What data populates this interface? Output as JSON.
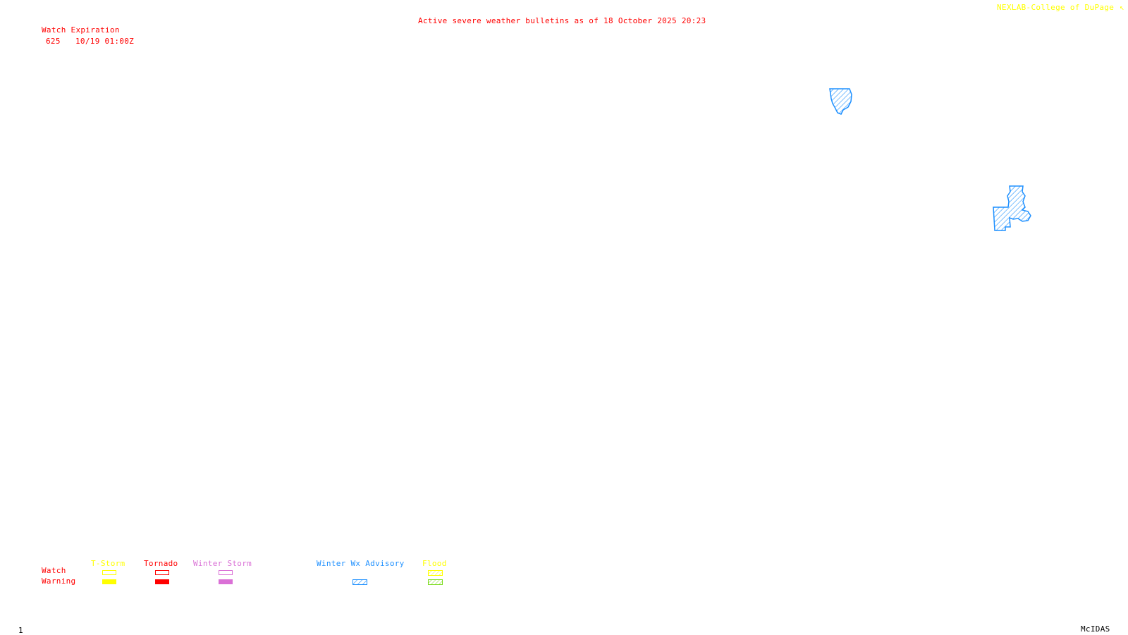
{
  "header": {
    "title": "Active severe weather bulletins as of 18 October 2025 20:23",
    "credit": "NEXLAB-College of DuPage",
    "credit_icon": "cursor-icon"
  },
  "watch_expiration": {
    "heading": "Watch Expiration",
    "rows": [
      {
        "watch": "625",
        "expires": "10/19 01:00Z"
      }
    ]
  },
  "map": {
    "advisory_regions": [
      {
        "name": "winter-wx-advisory-region-1",
        "type": "Winter Wx Advisory"
      },
      {
        "name": "winter-wx-advisory-region-2",
        "type": "Winter Wx Advisory"
      }
    ]
  },
  "legend": {
    "row_labels": {
      "watch": "Watch",
      "warning": "Warning"
    },
    "columns": [
      {
        "label": "T-Storm",
        "color": "#ffff00",
        "watch": "outline",
        "warning": "filled"
      },
      {
        "label": "Tornado",
        "color": "#ff0000",
        "watch": "outline",
        "warning": "filled"
      },
      {
        "label": "Winter Storm",
        "color": "#da70d6",
        "watch": "outline",
        "warning": "filled"
      },
      {
        "label": "Winter Wx Advisory",
        "color": "#1e90ff",
        "watch": null,
        "warning": "hatched"
      },
      {
        "label": "Flood",
        "color": "#ffff00",
        "watch": "hatched",
        "warning": "hatched",
        "warning_color": "#7cdc1e"
      }
    ]
  },
  "footer": {
    "frame_number": "1",
    "software": "McIDAS"
  }
}
